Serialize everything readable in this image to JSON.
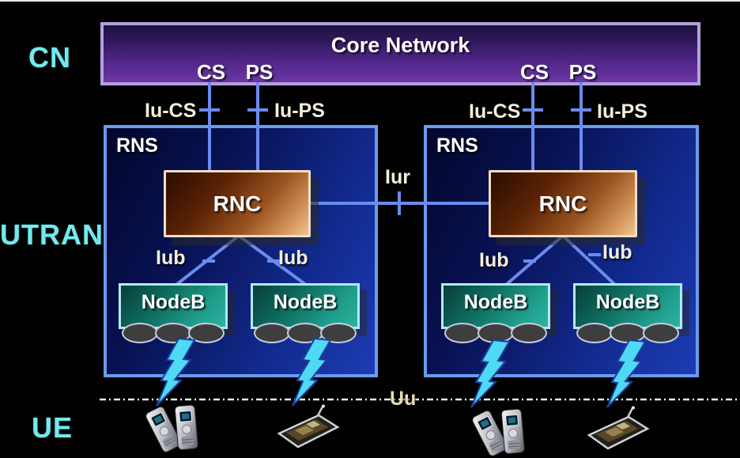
{
  "side_labels": {
    "cn": "CN",
    "utran": "UTRAN",
    "ue": "UE"
  },
  "core_network": {
    "title": "Core Network",
    "left_cs": "CS",
    "left_ps": "PS",
    "right_cs": "CS",
    "right_ps": "PS"
  },
  "interfaces": {
    "left_iu_cs": "Iu-CS",
    "left_iu_ps": "Iu-PS",
    "right_iu_cs": "Iu-CS",
    "right_iu_ps": "Iu-PS",
    "iur": "Iur",
    "left_iub_1": "Iub",
    "left_iub_2": "Iub",
    "right_iub_1": "Iub",
    "right_iub_2": "Iub",
    "uu": "Uu"
  },
  "rns_left": {
    "label": "RNS",
    "rnc_label": "RNC",
    "nodeb_1": "NodeB",
    "nodeb_2": "NodeB"
  },
  "rns_right": {
    "label": "RNS",
    "rnc_label": "RNC",
    "nodeb_1": "NodeB",
    "nodeb_2": "NodeB"
  },
  "icons": {
    "bolts": "lightning-bolt-icon x4 (radio link)",
    "devices": "mobile-phones-icon x2, pda-stylus-icon x2"
  },
  "colors": {
    "background": "#010101",
    "accent_cyan_text": "#74e9ec",
    "label_cream_text": "#f4eedb",
    "connector_blue": "#6b8bee",
    "core_box_border": "#b3a1dd",
    "core_box_fill": "#4f2688",
    "rns_border": "#6b9bee",
    "rns_fill": "#122a8e",
    "rnc_border": "#f2dfc0",
    "rnc_fill": "#9c5521",
    "nodeb_border": "#b4e9f2",
    "nodeb_fill": "#1f9d8b",
    "bolt_cyan": "#4fd9f5",
    "dashed_line": "#eeeeee"
  }
}
